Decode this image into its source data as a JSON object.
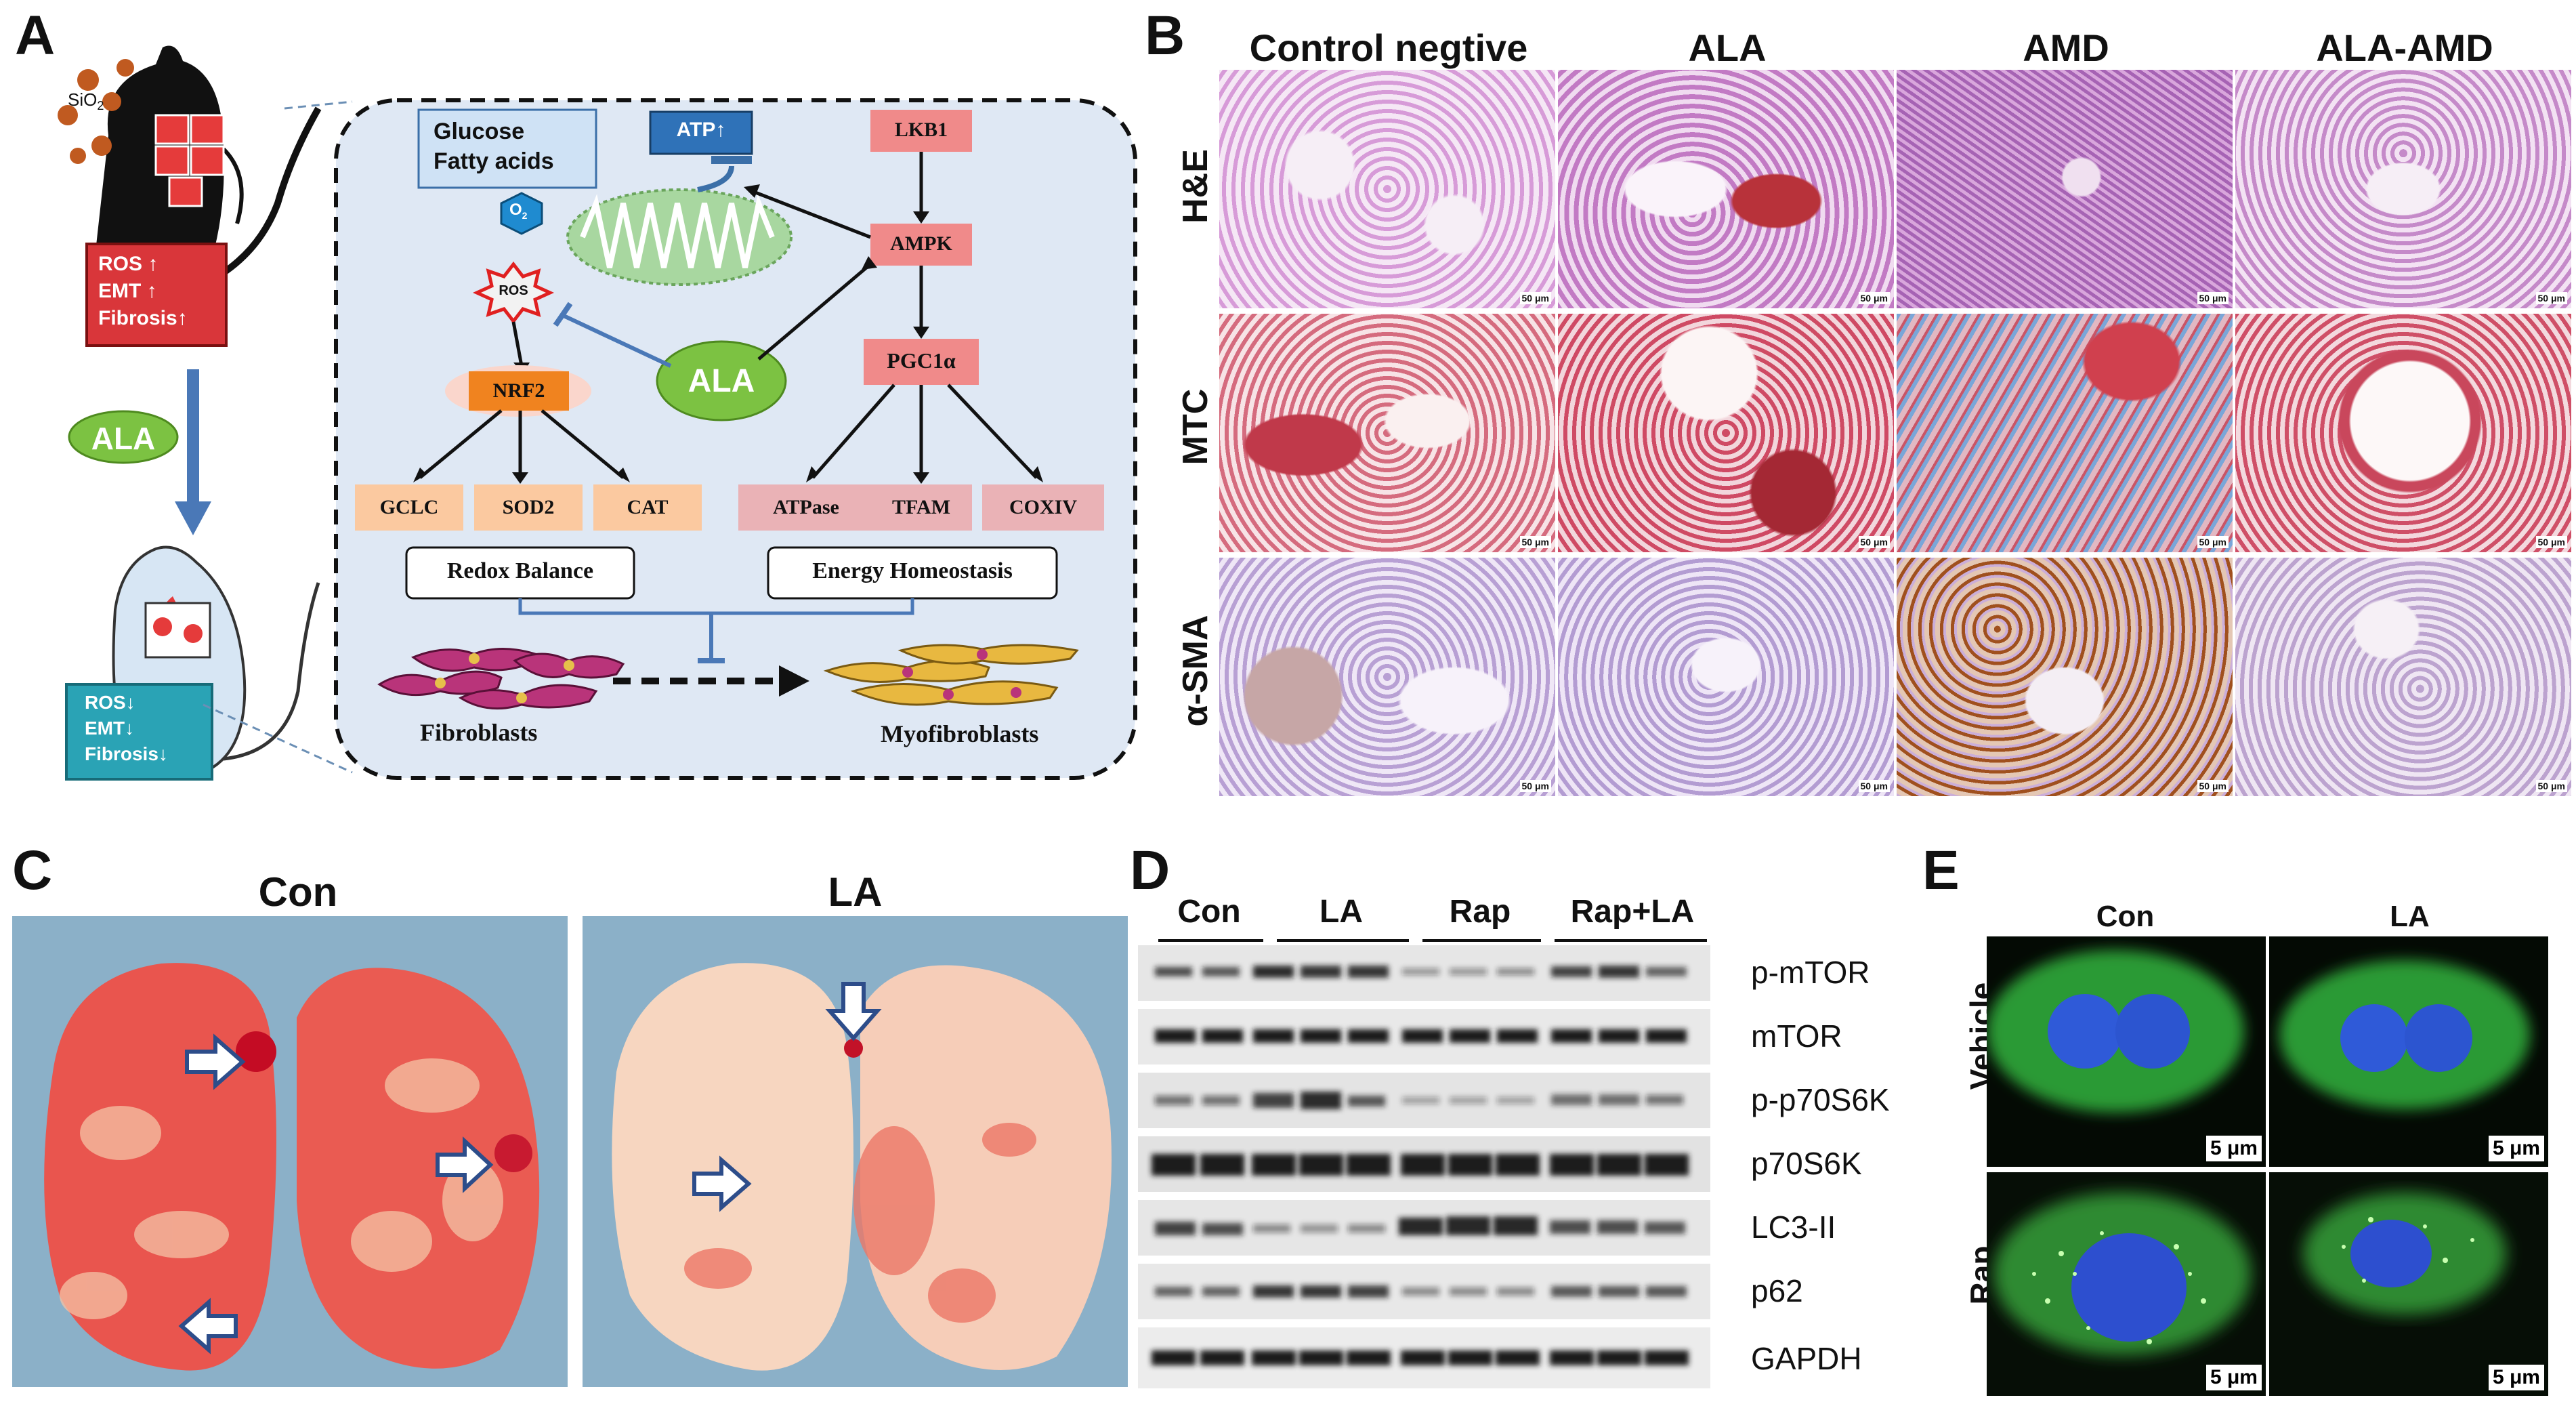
{
  "panels": {
    "a": "A",
    "b": "B",
    "c": "C",
    "d": "D",
    "e": "E"
  },
  "panel_a": {
    "sio2": "SiO",
    "sio2_sub": "2",
    "before_box": [
      "ROS ↑",
      "EMT ↑",
      "Fibrosis↑"
    ],
    "ala_pill": "ALA",
    "after_box": [
      "ROS↓",
      "EMT↓",
      "Fibrosis↓"
    ],
    "glucose": [
      "Glucose",
      "Fatty acids"
    ],
    "atp": "ATP↑",
    "o2": "O",
    "o2_sub": "2",
    "ros": "ROS",
    "lkb1": "LKB1",
    "ampk": "AMPK",
    "pgc1a": "PGC1α",
    "nrf2": "NRF2",
    "ala_center": "ALA",
    "gclc": "GCLC",
    "sod2": "SOD2",
    "cat": "CAT",
    "atpase": "ATPase",
    "tfam": "TFAM",
    "coxiv": "COXIV",
    "redox": "Redox Balance",
    "energy": "Energy Homeostasis",
    "fibroblasts": "Fibroblasts",
    "myofibroblasts": "Myofibroblasts"
  },
  "panel_b": {
    "columns": [
      "Control negtive",
      "ALA",
      "AMD",
      "ALA-AMD"
    ],
    "rows": [
      "H&E",
      "MTC",
      "α-SMA"
    ],
    "scale": "50 μm"
  },
  "panel_c": {
    "labels": [
      "Con",
      "LA"
    ]
  },
  "panel_d": {
    "groups": [
      "Con",
      "LA",
      "Rap",
      "Rap+LA"
    ],
    "bands": [
      "p-mTOR",
      "mTOR",
      "p-p70S6K",
      "p70S6K",
      "LC3-II",
      "p62",
      "GAPDH"
    ]
  },
  "panel_e": {
    "columns": [
      "Con",
      "LA"
    ],
    "rows": [
      "Vehicle",
      "Rap"
    ],
    "scale": "5 μm"
  },
  "colors": {
    "ros_box": "#d9363a",
    "teal_box": "#2aa3b5",
    "ala_green": "#7cc242",
    "pathway_bg": "#dfe8f4",
    "salmon": "#f08a8a",
    "orange": "#f29b63",
    "peach": "#fbc9a0",
    "pink": "#eab2b6",
    "he_pink": "#d79bd8",
    "mtc_red": "#c84a64",
    "sma_lilac": "#c7b0d8"
  }
}
